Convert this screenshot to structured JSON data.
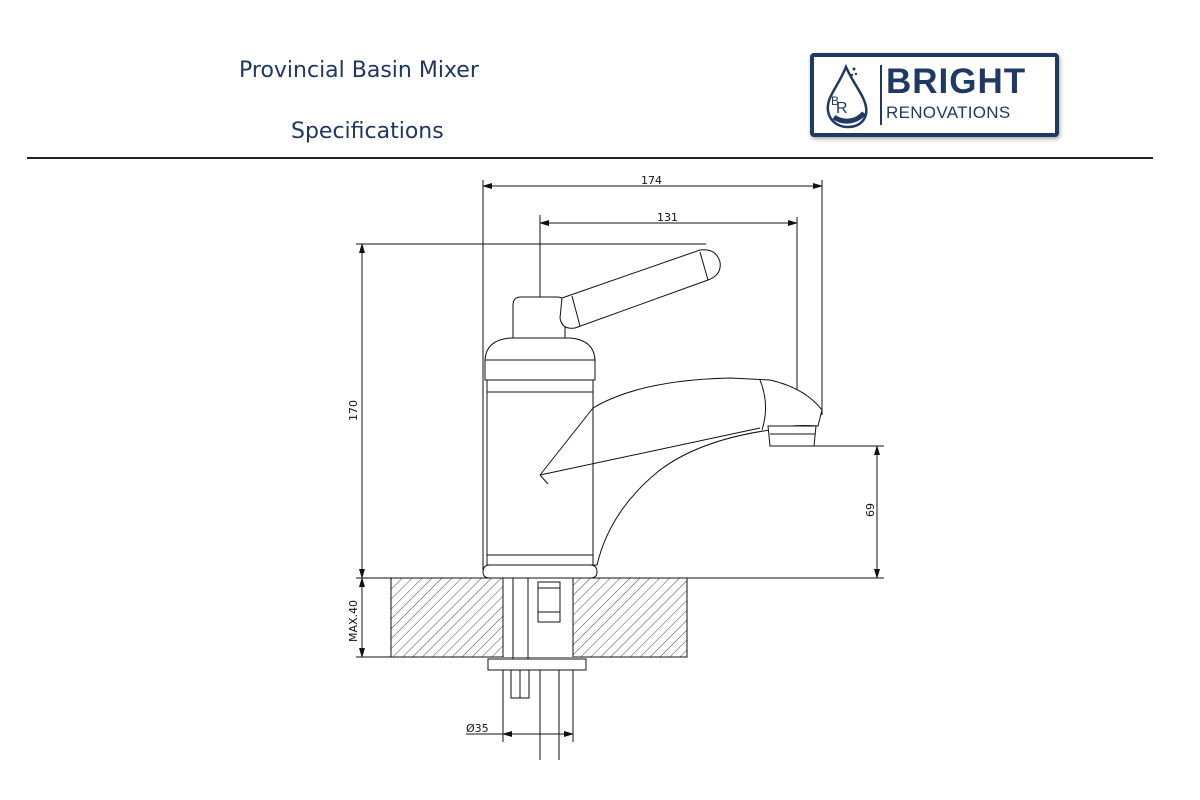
{
  "header": {
    "title": "Provincial Basin Mixer",
    "subtitle": "Specifications"
  },
  "logo": {
    "brand": "BRIGHT",
    "tagline": "RENOVATIONS",
    "monogram": "BR",
    "color": "#1e3a64"
  },
  "drawing": {
    "dimensions": {
      "overall_width": "174",
      "spout_reach": "131",
      "overall_height": "170",
      "spout_height": "69",
      "max_deck_thickness": "MAX.40",
      "hole_diameter": "Ø35"
    }
  }
}
